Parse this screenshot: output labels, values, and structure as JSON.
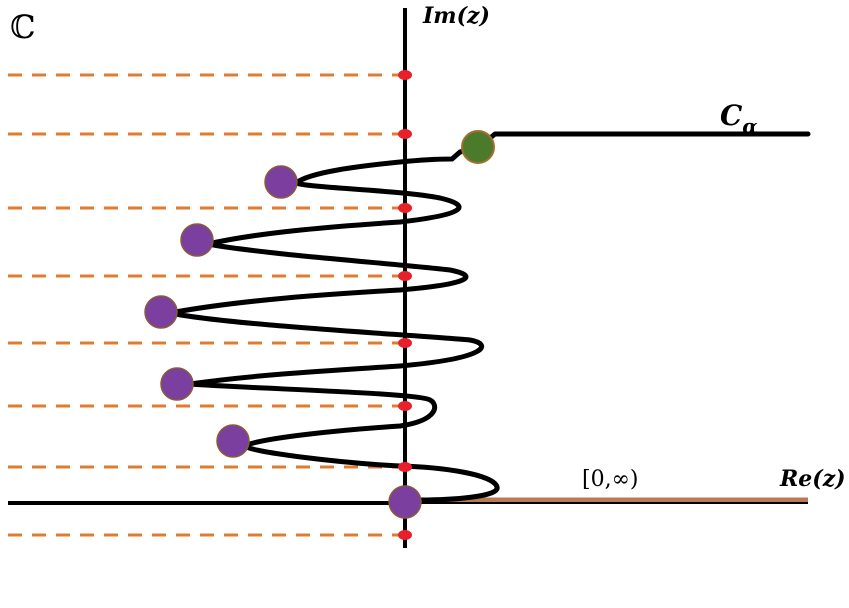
{
  "labels": {
    "plane_symbol": "ℂ",
    "imaginary_axis": "Im(z)",
    "real_axis": "Re(z)",
    "branch_cut": "[0,∞)",
    "contour_name_main": "C",
    "contour_name_sub": "α"
  },
  "colors": {
    "axis": "#000000",
    "contour": "#000000",
    "dashed_lines": "#e07b30",
    "axis_marks": "#e8202a",
    "poles": "#7b3fa0",
    "pole_outline": "#8a5a3a",
    "endpoint": "#4a7a2a",
    "branch_cut": "#b87a55"
  }
}
